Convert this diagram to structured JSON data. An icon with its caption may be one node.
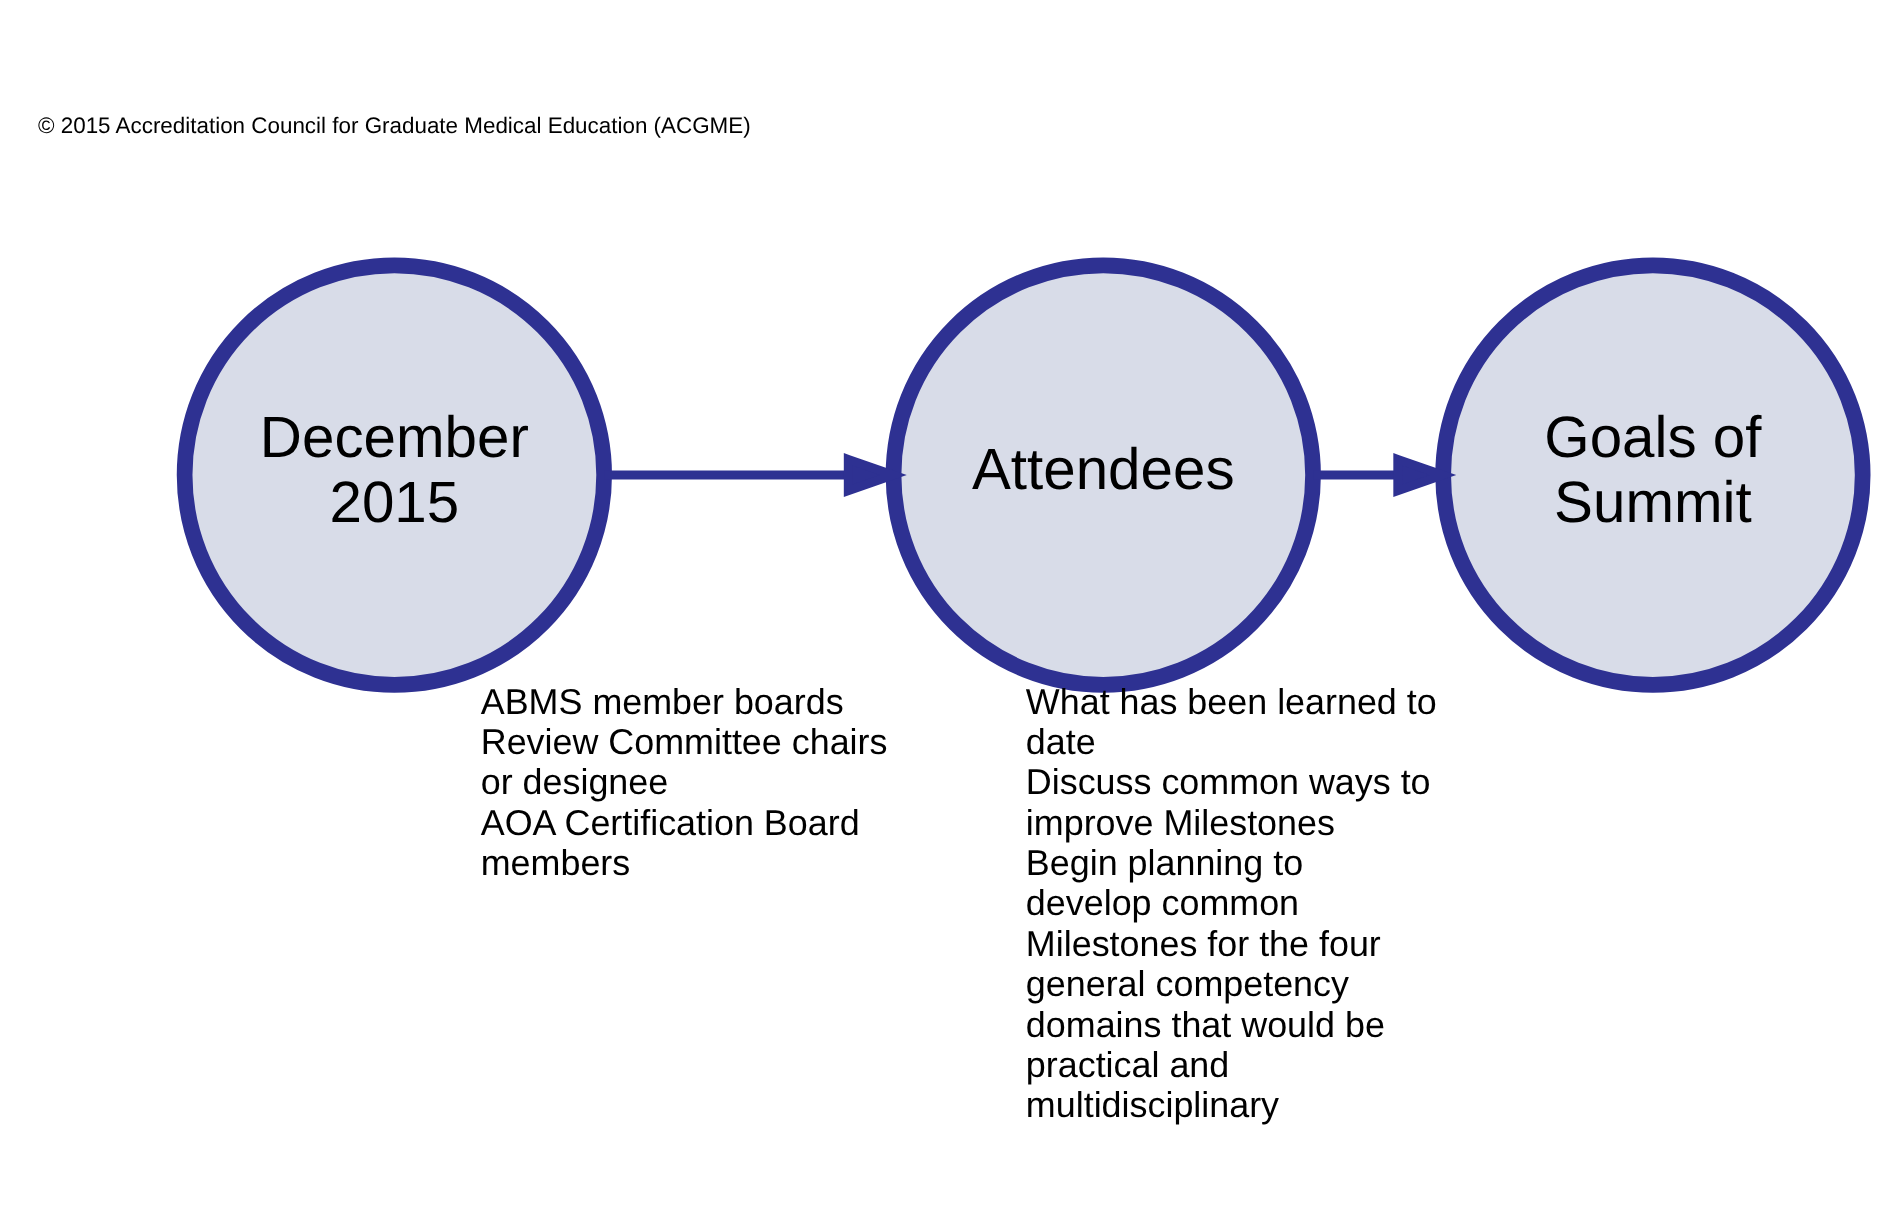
{
  "diagram": {
    "nodes": [
      {
        "text": [
          "December 2015"
        ]
      },
      {
        "text": [
          "Attendees"
        ],
        "beside": [
          "ABMS member boards",
          "Review Committee chairs or designee",
          "AOA Certification Board members"
        ]
      },
      {
        "text": [
          "Goals of Summit"
        ],
        "beside": [
          "What has been learned to date",
          "Discuss common ways to improve Milestones",
          "Begin planning to develop common Milestones for the four general competency domains that would be practical and multidisciplinary"
        ]
      }
    ],
    "edges": [
      {
        "from": 0,
        "to": 1,
        "arrow": "to"
      },
      {
        "from": 1,
        "to": 2,
        "arrow": "to"
      }
    ],
    "labels": [
      "© 2015 Accreditation Council for Graduate Medical Education (ACGME)"
    ]
  }
}
